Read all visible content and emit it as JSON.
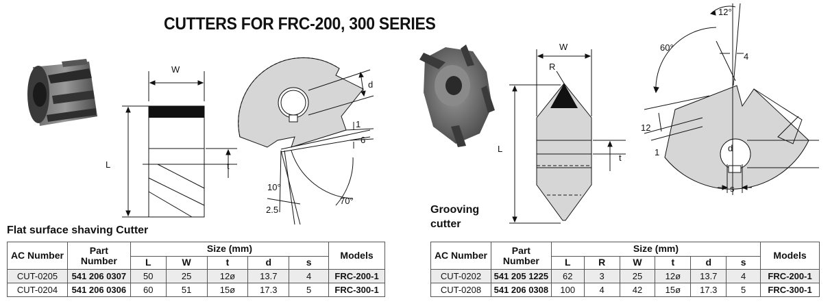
{
  "title": "CUTTERS FOR FRC-200, 300 SERIES",
  "left": {
    "caption": "Flat surface shaving Cutter",
    "drawing_labels": {
      "w": "W",
      "l": "L",
      "t": "t",
      "d": "d",
      "one": "1",
      "six": "6",
      "ten_deg": "10°",
      "two_five": "2.5",
      "seventy_deg": "70°"
    },
    "table": {
      "headers": {
        "ac": "AC Number",
        "part": "Part Number",
        "size": "Size (mm)",
        "models": "Models"
      },
      "size_headers": [
        "L",
        "W",
        "t",
        "d",
        "s"
      ],
      "rows": [
        {
          "ac": "CUT-0205",
          "part": "541 206 0307",
          "L": "50",
          "W": "25",
          "t": "12ø",
          "d": "13.7",
          "s": "4",
          "model": "FRC-200-1"
        },
        {
          "ac": "CUT-0204",
          "part": "541 206 0306",
          "L": "60",
          "W": "51",
          "t": "15ø",
          "d": "17.3",
          "s": "5",
          "model": "FRC-300-1"
        }
      ]
    }
  },
  "right": {
    "caption_line1": "Grooving",
    "caption_line2": "cutter",
    "drawing_labels": {
      "w": "W",
      "r": "R",
      "l": "L",
      "t": "t",
      "twelve_deg": "12°",
      "sixty_deg": "60°",
      "four": "4",
      "twelve": "12",
      "one": "1",
      "d": "d",
      "s": "s"
    },
    "table": {
      "headers": {
        "ac": "AC Number",
        "part": "Part Number",
        "size": "Size (mm)",
        "models": "Models"
      },
      "size_headers": [
        "L",
        "R",
        "W",
        "t",
        "d",
        "s"
      ],
      "rows": [
        {
          "ac": "CUT-0202",
          "part": "541 205 1225",
          "L": "62",
          "R": "3",
          "W": "25",
          "t": "12ø",
          "d": "13.7",
          "s": "4",
          "model": "FRC-200-1"
        },
        {
          "ac": "CUT-0208",
          "part": "541 206 0308",
          "L": "100",
          "R": "4",
          "W": "42",
          "t": "15ø",
          "d": "17.3",
          "s": "5",
          "model": "FRC-300-1"
        }
      ]
    }
  }
}
